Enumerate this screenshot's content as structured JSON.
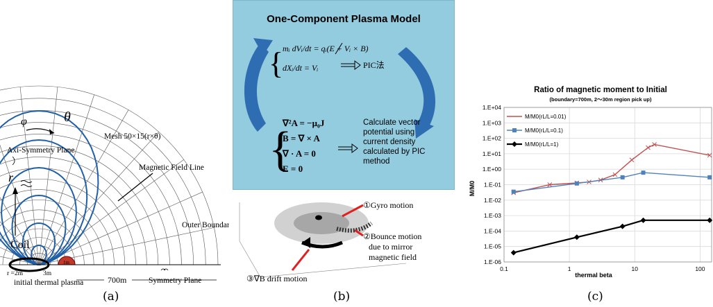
{
  "panel_a": {
    "caption": "(a)",
    "phi": "φ",
    "theta": "θ",
    "r_label": "r",
    "mesh": "Mesh 50×15(r×θ)",
    "axi_plane": "Axi-Symmetry Plane",
    "field_line": "Magnetic Field Line",
    "outer_boundary": "Outer Boundary",
    "coil": "Coil",
    "symmetry_plane": "Symmetry Plane",
    "r2m": "r =2m",
    "three_m": "3m",
    "one_m": "1m",
    "seven_hundred": "700m",
    "initial_plasma": "initial thermal plasma"
  },
  "panel_b": {
    "caption": "(b)",
    "title": "One-Component Plasma   Model",
    "eq1": "mᵢ dVᵢ/dt = qᵢ(E + Vᵢ × B)",
    "eq2": "dXᵢ/dt = Vᵢ",
    "pic": "PIC法",
    "eq3": "∇²A = −μ₀J",
    "eq4": "B = ∇ × A",
    "eq5": "∇ · A = 0",
    "eq6": "E = 0",
    "calc": [
      "Calculate vector",
      "potential using",
      "current density",
      "calculated by PIC",
      "method"
    ],
    "gyro": "①Gyro motion",
    "bounce": [
      "②Bounce motion",
      "due to mirror",
      "magnetic  field"
    ],
    "drift": "③∇B drift motion"
  },
  "panel_c": {
    "caption": "(c)",
    "colors": {
      "s1": "#C0504D",
      "s2": "#4F81BD",
      "s3": "#000000"
    }
  },
  "chart_data": {
    "type": "line",
    "title": "Ratio of magnetic moment to Initial",
    "subtitle": "(boundary=700m,  2〜30m region pick up)",
    "xlabel": "thermal beta",
    "ylabel": "M/M0",
    "xscale": "log",
    "yscale": "log",
    "xlim": [
      0.1,
      150
    ],
    "ylim": [
      1e-06,
      10000.0
    ],
    "xticks": [
      "0.1",
      "1",
      "10",
      "100"
    ],
    "yticks": [
      "1.E-06",
      "1.E-05",
      "1.E-04",
      "1.E-03",
      "1.E-02",
      "1.E-01",
      "1.E+00",
      "1.E+01",
      "1.E+02",
      "1.E+03",
      "1.E+04"
    ],
    "legend_position": "top-left",
    "series": [
      {
        "name": "M/M0(rL/L=0.01)",
        "x": [
          0.14,
          0.5,
          1.3,
          2.0,
          3.0,
          5.0,
          9.0,
          16.0,
          20.0,
          140.0
        ],
        "y": [
          0.03,
          0.1,
          0.13,
          0.15,
          0.2,
          0.45,
          4.0,
          25.0,
          40.0,
          8.0
        ]
      },
      {
        "name": "M/M0(rL/L=0.1)",
        "x": [
          0.14,
          1.3,
          6.5,
          13.5,
          140.0
        ],
        "y": [
          0.035,
          0.12,
          0.3,
          0.6,
          0.3
        ]
      },
      {
        "name": "M/M0(rL/L=1)",
        "x": [
          0.14,
          1.3,
          6.5,
          13.5,
          140.0
        ],
        "y": [
          4e-06,
          4e-05,
          0.0002,
          0.0005,
          0.0005
        ]
      }
    ]
  }
}
